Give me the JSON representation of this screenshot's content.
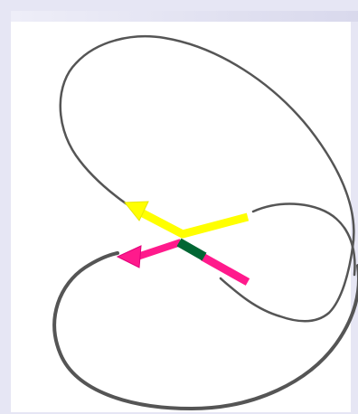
{
  "figure": {
    "description_label": "",
    "colors": {
      "background": "#ffffff",
      "frame": "#e6e6f4",
      "curve": "#555555",
      "arrow_yellow": "#ffff00",
      "arrow_magenta": "#ff1a8c",
      "overlap_green": "#006633"
    },
    "elements": [
      {
        "name": "closed-curve",
        "kind": "curve"
      },
      {
        "name": "yellow-arrow",
        "kind": "arrow",
        "color": "arrow_yellow"
      },
      {
        "name": "magenta-arrow",
        "kind": "arrow",
        "color": "arrow_magenta"
      },
      {
        "name": "green-overlap-segment",
        "kind": "segment",
        "color": "overlap_green"
      }
    ]
  }
}
